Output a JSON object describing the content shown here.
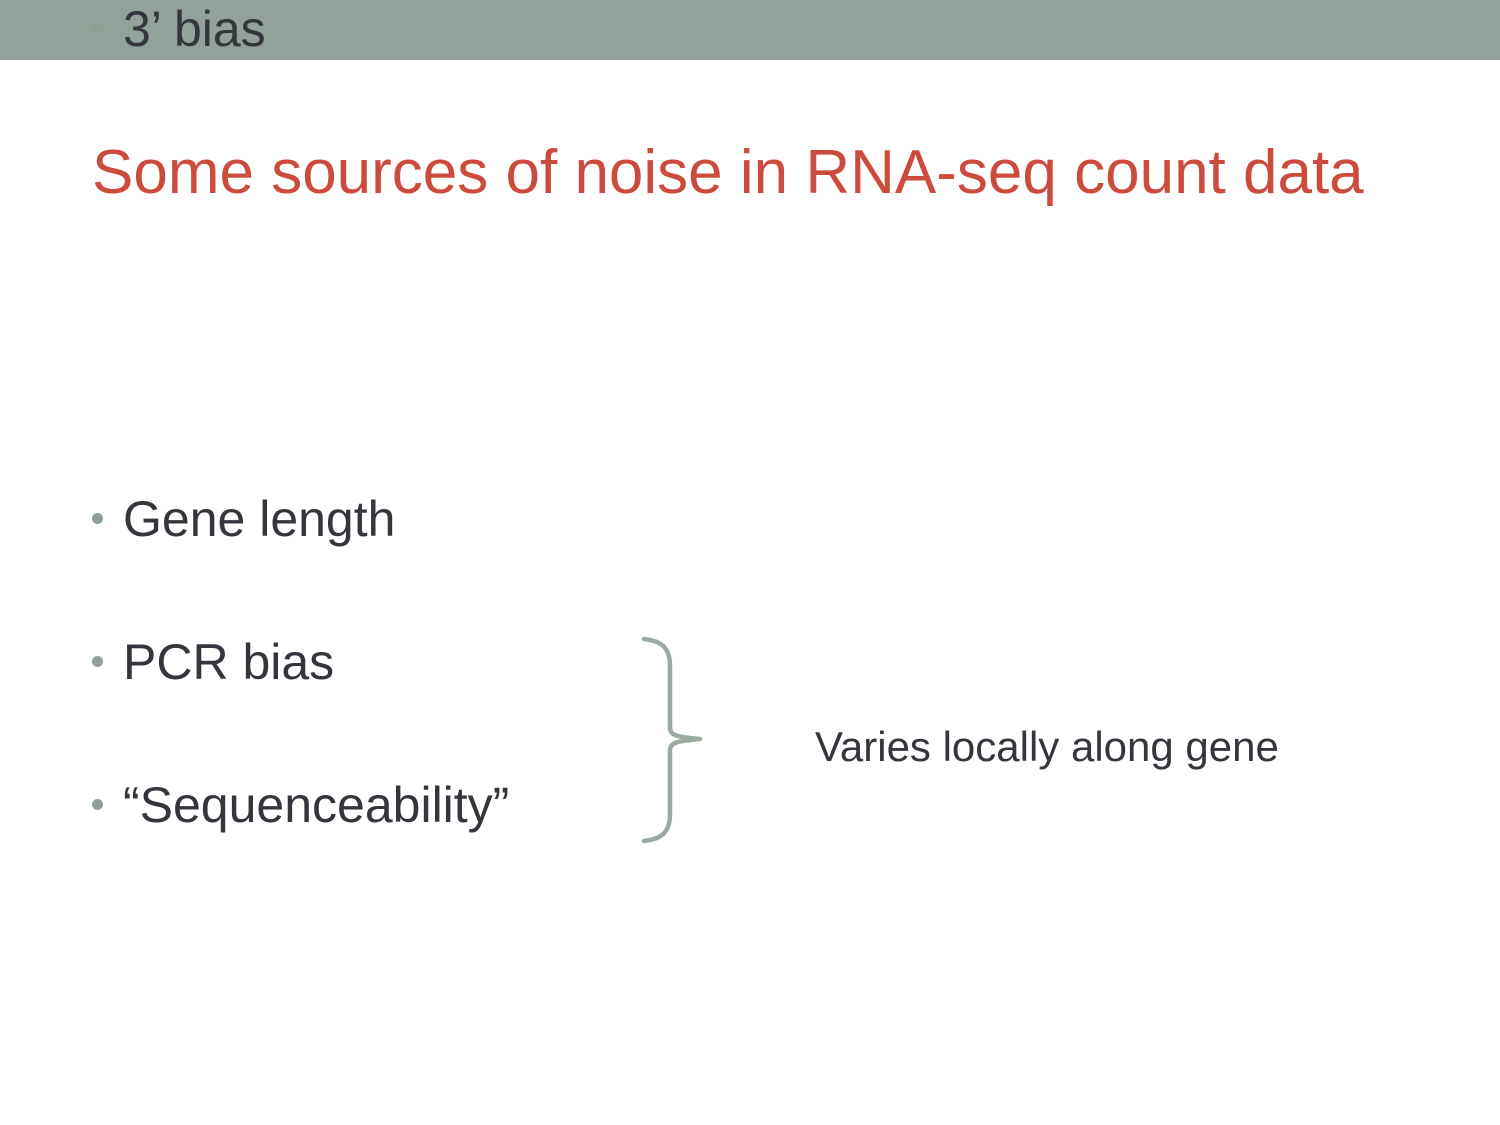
{
  "slide": {
    "title": "Some sources of noise in RNA-seq count data",
    "bullets": [
      {
        "label": "Gene length"
      },
      {
        "label": "PCR bias"
      },
      {
        "label": "“Sequenceability”"
      },
      {
        "label": "3’ bias"
      }
    ],
    "annotation": {
      "label": "Varies locally along gene"
    }
  },
  "icons": {
    "brace": "right-curly-brace-grouping-last-two-bullets"
  },
  "theme": {
    "top-bar-color": "#92A29A",
    "title-color": "#CC4B3C",
    "text-color": "#35353D",
    "bullet-dot-color": "#8FA096",
    "brace-color": "#9BAB9F",
    "bg-color": "#FFFFFF"
  }
}
